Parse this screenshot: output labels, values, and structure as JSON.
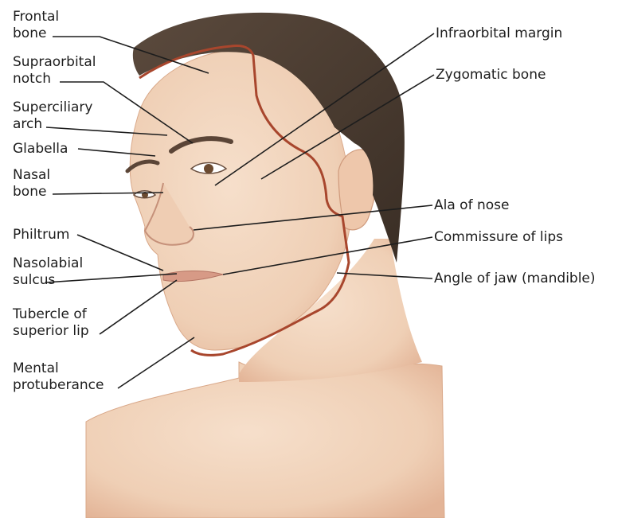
{
  "labels": {
    "frontal_bone": [
      "Frontal",
      "bone"
    ],
    "supraorbital_notch": [
      "Supraorbital",
      "notch"
    ],
    "superciliary_arch": [
      "Superciliary",
      "arch"
    ],
    "glabella": [
      "Glabella"
    ],
    "nasal_bone": [
      "Nasal",
      "bone"
    ],
    "philtrum": [
      "Philtrum"
    ],
    "nasolabial_sulcus": [
      "Nasolabial",
      "sulcus"
    ],
    "tubercle_superior_lip": [
      "Tubercle of",
      "superior lip"
    ],
    "mental_protuberance": [
      "Mental",
      "protuberance"
    ],
    "infraorbital_margin": [
      "Infraorbital margin"
    ],
    "zygomatic_bone": [
      "Zygomatic bone"
    ],
    "ala_of_nose": [
      "Ala of nose"
    ],
    "commissure_of_lips": [
      "Commissure of lips"
    ],
    "angle_of_jaw": [
      "Angle of jaw (mandible)"
    ]
  },
  "colors": {
    "skin": "#f1d3bb",
    "skin_shadow": "#e2b497",
    "hair": "#4a3b30",
    "bone_outline": "#a8462d",
    "leader_line": "#1d1d1d",
    "text": "#1d1d1d"
  }
}
